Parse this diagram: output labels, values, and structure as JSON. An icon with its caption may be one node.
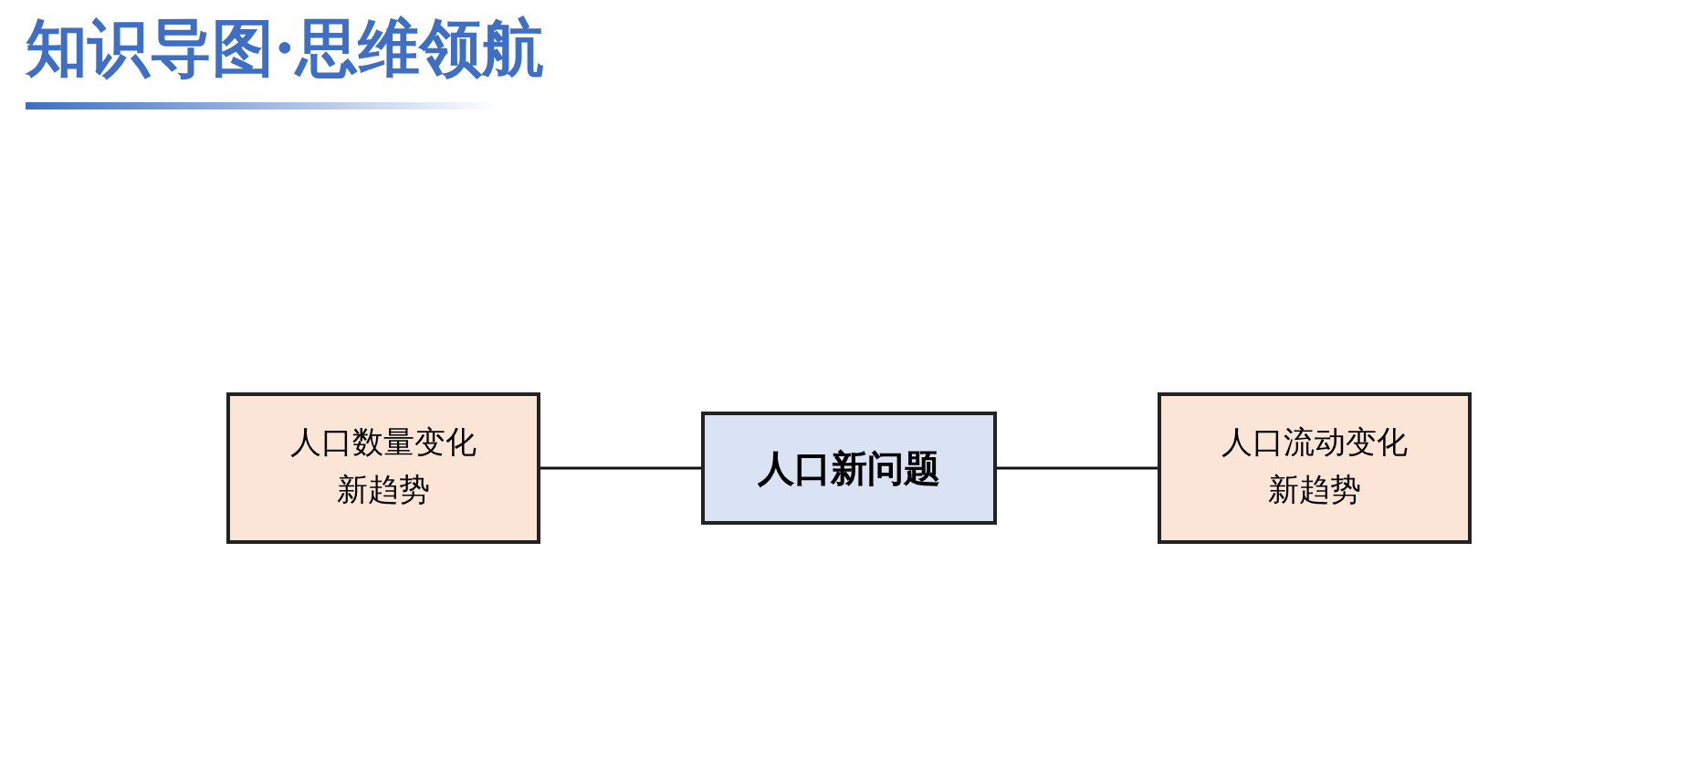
{
  "diagram": {
    "title": "知识导图·思维领航",
    "nodes": [
      {
        "text": [
          "人口数量变化新趋势"
        ]
      },
      {
        "text": [
          "人口新问题"
        ]
      },
      {
        "text": [
          "人口流动变化新趋势"
        ]
      }
    ],
    "edges": [
      {
        "from": 0,
        "to": 1,
        "arrow": "none"
      },
      {
        "from": 1,
        "to": 2,
        "arrow": "none"
      }
    ]
  }
}
